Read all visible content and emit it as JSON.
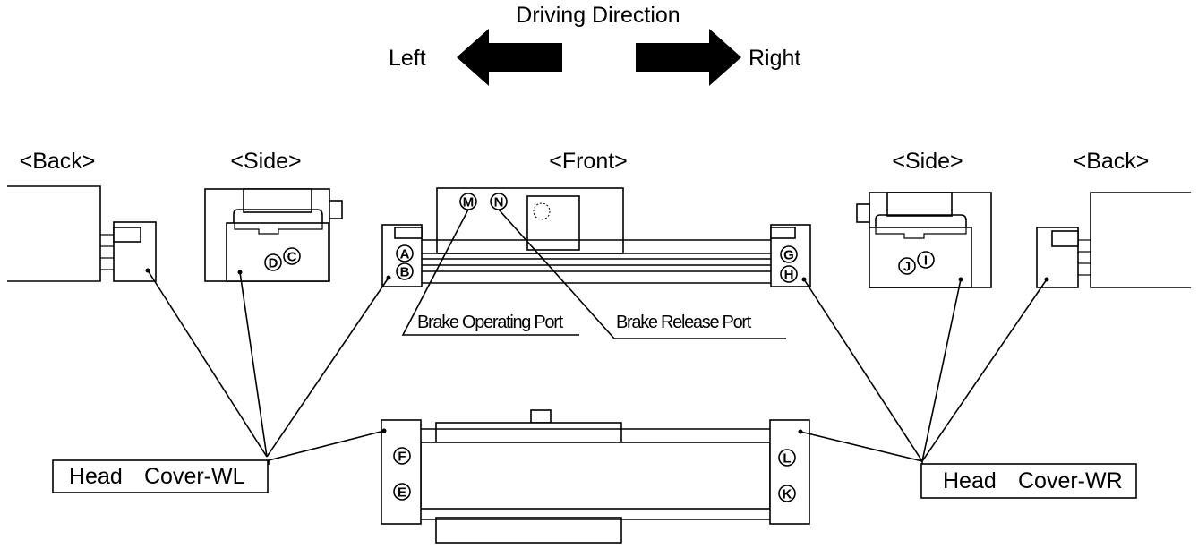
{
  "header": {
    "title": "Driving Direction",
    "left": "Left",
    "right": "Right"
  },
  "views": {
    "back_left": "<Back>",
    "side_left": "<Side>",
    "front": "<Front>",
    "side_right": "<Side>",
    "back_right": "<Back>"
  },
  "ports": {
    "brake_operating": "Brake Operating Port",
    "brake_release": "Brake Release Port"
  },
  "heads": {
    "left": {
      "head": "Head",
      "cover": "Cover-WL"
    },
    "right": {
      "head": "Head",
      "cover": "Cover-WR"
    }
  },
  "markers": {
    "A": "A",
    "B": "B",
    "C": "C",
    "D": "D",
    "E": "E",
    "F": "F",
    "G": "G",
    "H": "H",
    "I": "I",
    "J": "J",
    "K": "K",
    "L": "L",
    "M": "M",
    "N": "N"
  }
}
